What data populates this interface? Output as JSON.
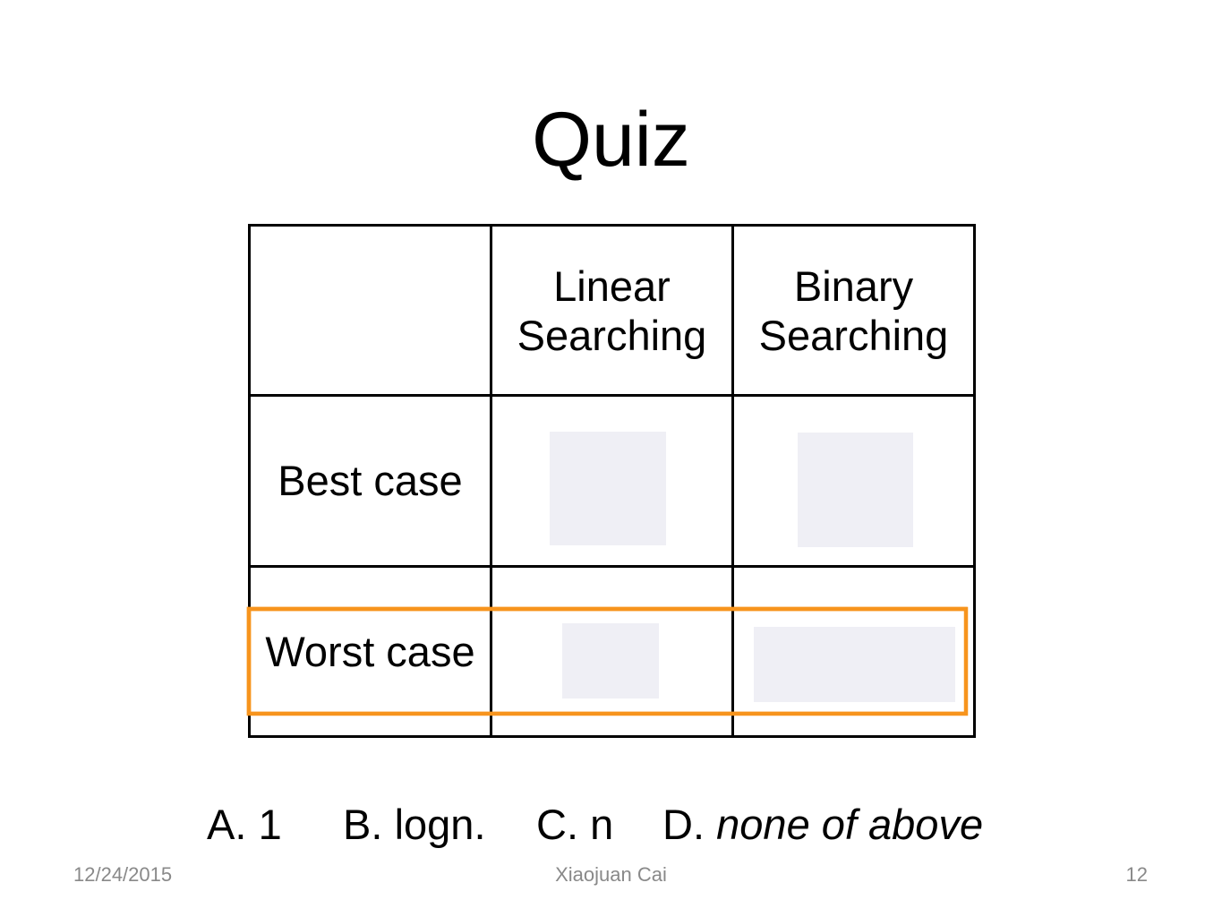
{
  "slide": {
    "title": "Quiz",
    "table": {
      "column_headers": [
        "Linear Searching",
        "Binary Searching"
      ],
      "row_labels": [
        "Best case",
        "Worst case"
      ],
      "highlighted_row_index": 1
    },
    "answers": [
      {
        "letter": "A.",
        "text": "1"
      },
      {
        "letter": "B.",
        "text": "logn."
      },
      {
        "letter": "C.",
        "text": "n"
      },
      {
        "letter": "D.",
        "text": "none of above",
        "italic": true
      }
    ],
    "footer": {
      "date": "12/24/2015",
      "author": "Xiaojuan Cai",
      "page_number": "12"
    }
  },
  "colors": {
    "highlight": "#f7941d",
    "placeholder": "#efeff5",
    "footer-text": "#898989",
    "grid-lines": "#000000"
  }
}
